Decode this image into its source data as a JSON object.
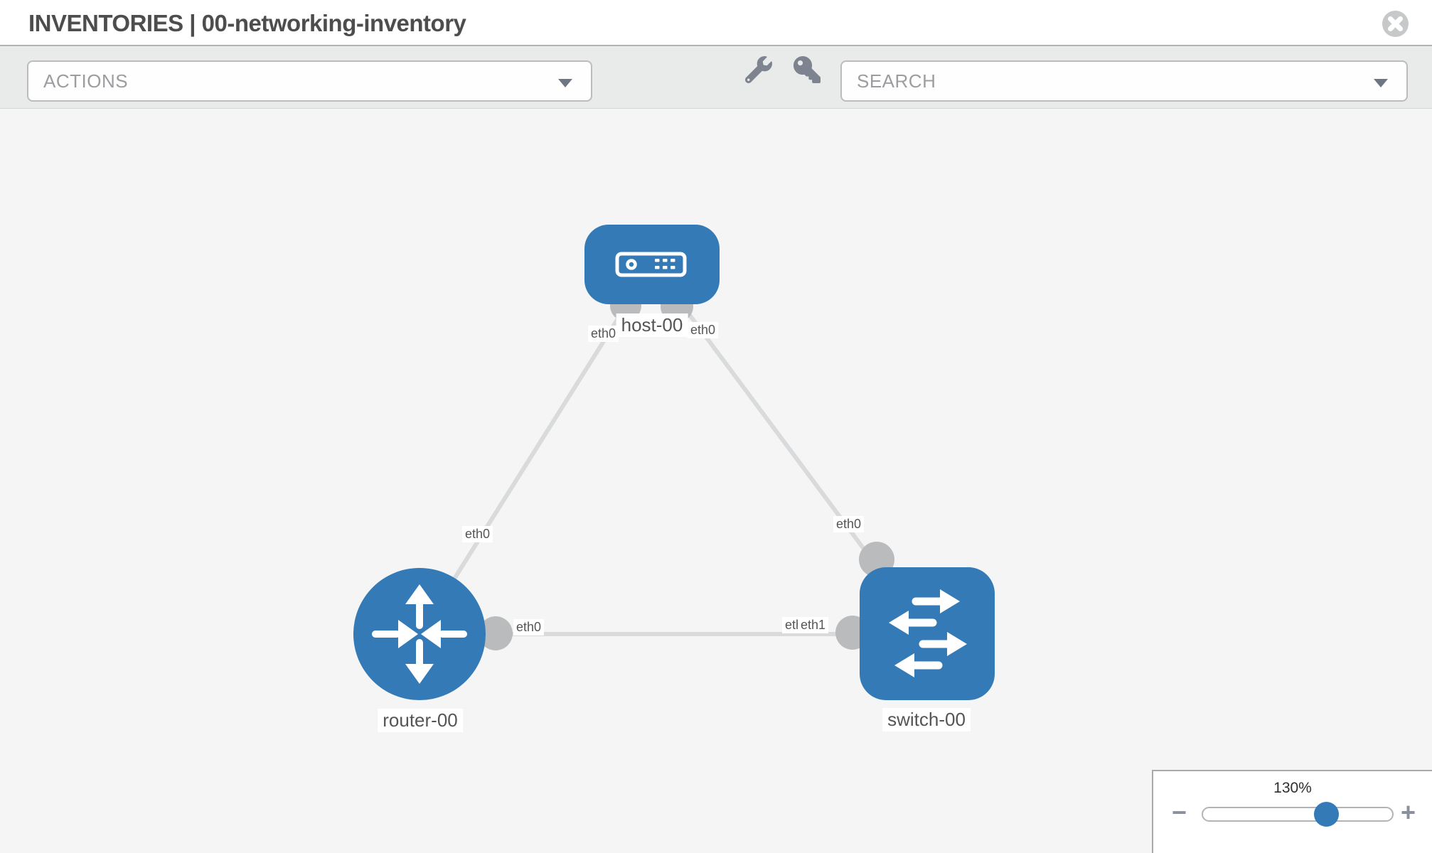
{
  "header": {
    "title": "INVENTORIES | 00-networking-inventory"
  },
  "toolbar": {
    "actions_dropdown": "ACTIONS",
    "search_dropdown": "SEARCH"
  },
  "zoom_control": {
    "level": "130%",
    "minus": "−",
    "plus": "+"
  },
  "labels": {
    "host": "host-00",
    "router": "router-00",
    "switch": "switch-00",
    "host_router_at_host": "eth0",
    "host_router_at_router": "eth0",
    "host_switch_at_host": "eth0",
    "host_switch_at_switch": "eth0",
    "router_switch_at_router": "eth0",
    "router_switch_at_switch_under": "eth0",
    "router_switch_at_switch": "eth1"
  },
  "graph": {
    "nodes": [
      {
        "name": "host-00",
        "type": "host"
      },
      {
        "name": "router-00",
        "type": "router"
      },
      {
        "name": "switch-00",
        "type": "switch"
      }
    ],
    "links": [
      {
        "source": "host-00",
        "source_interface": "eth0",
        "target": "router-00",
        "target_interface": "eth0"
      },
      {
        "source": "host-00",
        "source_interface": "eth0",
        "target": "switch-00",
        "target_interface": "eth0"
      },
      {
        "source": "router-00",
        "source_interface": "eth0",
        "target": "switch-00",
        "target_interface": "eth1"
      }
    ]
  },
  "colors": {
    "node_blue": "#337ab7",
    "link_gray": "#d9dadb",
    "port_gray": "#b9bbbd",
    "canvas_bg": "#f5f5f5",
    "toolbar_bg": "#e9eaea"
  }
}
